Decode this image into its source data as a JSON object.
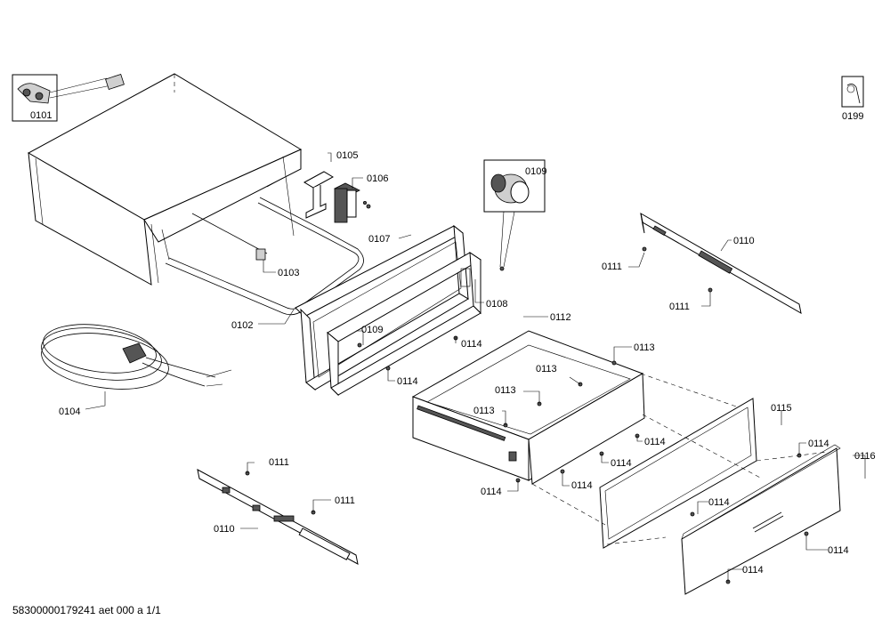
{
  "callouts": {
    "c0101": "0101",
    "c0102": "0102",
    "c0103": "0103",
    "c0104": "0104",
    "c0105": "0105",
    "c0106": "0106",
    "c0107": "0107",
    "c0108": "0108",
    "c0109a": "0109",
    "c0109b": "0109",
    "c0110a": "0110",
    "c0110b": "0110",
    "c0111a": "0111",
    "c0111b": "0111",
    "c0111c": "0111",
    "c0111d": "0111",
    "c0112": "0112",
    "c0113a": "0113",
    "c0113b": "0113",
    "c0113c": "0113",
    "c0113d": "0113",
    "c0114a": "0114",
    "c0114b": "0114",
    "c0114c": "0114",
    "c0114d": "0114",
    "c0114e": "0114",
    "c0114f": "0114",
    "c0114g": "0114",
    "c0114h": "0114",
    "c0114i": "0114",
    "c0114j": "0114",
    "c0115": "0115",
    "c0116": "0116",
    "c0199": "0199"
  },
  "footer": {
    "doc_id": "58300000179241 aet 000 a 1/1"
  },
  "icons": {
    "service": "wrench-icon"
  }
}
